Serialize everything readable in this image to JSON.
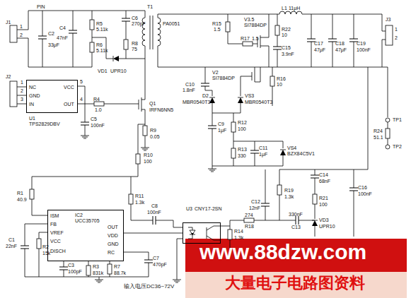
{
  "diagram": {
    "caption": "输入电压DC36~72V",
    "nodes": [
      {
        "text": [
          "NC",
          "GND",
          "IN",
          "VCC",
          "OUT",
          "U1",
          "TPS2829DBV"
        ]
      },
      {
        "text": [
          "IC2",
          "UCC35705",
          "ISM",
          "FB",
          "VREF",
          "VCC",
          "DISCH",
          "OUT",
          "VDD",
          "GND",
          "RC"
        ]
      },
      {
        "text": [
          "U3",
          "CNY17-2SN"
        ]
      }
    ],
    "edges": [
      {
        "from": 1,
        "to": 2,
        "arrow": "none"
      }
    ],
    "labels": [
      "PIN",
      "J1",
      "1",
      "2",
      "C2",
      "33μF",
      "C4",
      "47nF",
      "R5",
      "5.11k",
      "R6",
      "5.11k",
      "C6",
      "270pF",
      "R8",
      "75",
      "VD1",
      "UPR10",
      "T1",
      "PA0051",
      "J2",
      "1",
      "2",
      "3",
      "5",
      "4",
      "R4",
      "1.0",
      "C5",
      "100nF",
      "Q1",
      "IRFN6NN5",
      "R9",
      "0.05",
      "R10",
      "100",
      "R1",
      "40.9",
      "C1",
      "22nF",
      "R2",
      "15k",
      "C3",
      "100pF",
      "R3",
      "831k",
      "R7",
      "88.7k",
      "C7",
      "470pF",
      "R11",
      "1.3k",
      "C8",
      "100nF",
      "R14",
      "1.3k",
      "R15",
      "1.5",
      "V3.5",
      "SI7884DP",
      "R17",
      "1.5",
      "L1",
      "11μH",
      "R22",
      "10",
      "C15",
      "3.9nF",
      "C17",
      "47μF",
      "C18",
      "47μF",
      "C19",
      "100nF",
      "J3",
      "1",
      "2",
      "V2",
      "SI7884DP",
      "C10",
      "1.8nF",
      "R16",
      "10",
      "D2",
      "MBR0540T3",
      "VS3",
      "MBR0540T3",
      "C9",
      "1μF",
      "R12",
      "100",
      "R13",
      "330",
      "C11",
      "1μF",
      "VS4",
      "BZX84C5V1",
      "TP1",
      "R24",
      "51.1",
      "TP2",
      "R19",
      "1.3k",
      "C12",
      "12nF",
      "C14",
      "68nF",
      "C16",
      "100nF",
      "R21",
      "100",
      "274",
      "330nF",
      "R18",
      "C13",
      "VD3",
      "UPR10",
      "www.88dzw.com",
      "大量电子电路图资料"
    ]
  }
}
